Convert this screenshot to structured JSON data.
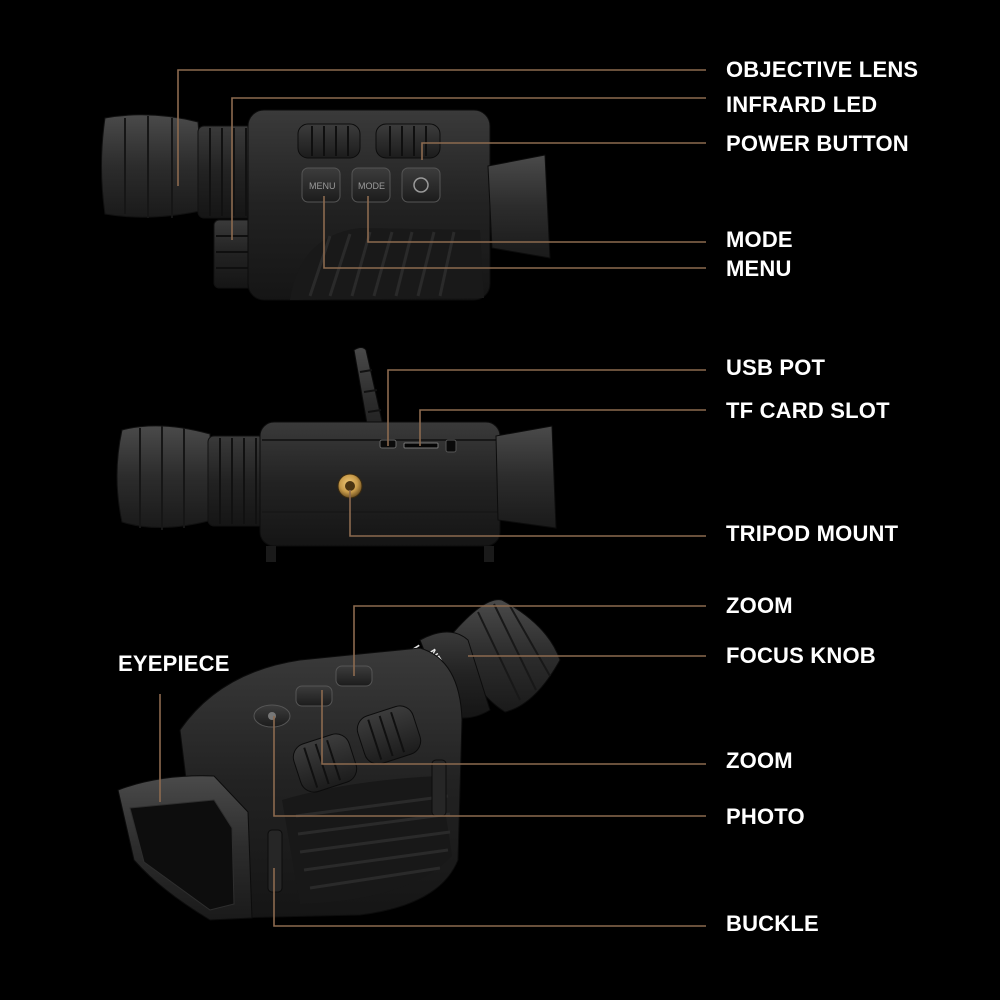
{
  "labels": {
    "objective_lens": "OBJECTIVE LENS",
    "infrared_led": "INFRARD LED",
    "power_button": "POWER BUTTON",
    "mode": "MODE",
    "menu": "MENU",
    "usb_port": "USB POT",
    "tf_card_slot": "TF CARD SLOT",
    "tripod_mount": "TRIPOD MOUNT",
    "zoom_top": "ZOOM",
    "focus_knob": "FOCUS KNOB",
    "eyepiece": "EYEPIECE",
    "zoom_bottom": "ZOOM",
    "photo": "PHOTO",
    "buckle": "BUCKLE"
  },
  "device_text": {
    "menu_button": "MENU",
    "mode_button": "MODE",
    "near_marking": "NEAR",
    "far_marking": "K"
  },
  "colors": {
    "background": "#000000",
    "leader_line": "#8c6a4f",
    "label_text": "#ffffff",
    "tripod_mount": "#c89b4a"
  }
}
